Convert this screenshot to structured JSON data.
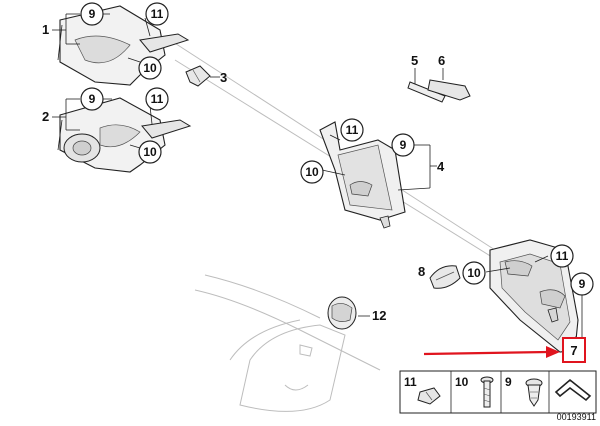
{
  "part_labels": {
    "p1": "1",
    "p2": "2",
    "p3": "3",
    "p4": "4",
    "p5": "5",
    "p6": "6",
    "p7": "7",
    "p8": "8",
    "p12": "12"
  },
  "callouts": {
    "c9a": "9",
    "c11a": "11",
    "c10a": "10",
    "c9b": "9",
    "c11b": "11",
    "c10b": "10",
    "c11c": "11",
    "c9c": "9",
    "c10c": "10",
    "c11d": "11",
    "c10d": "10",
    "c9d": "9"
  },
  "legend": {
    "item11": "11",
    "item10": "10",
    "item9": "9"
  },
  "diagram_code": "00193911",
  "colors": {
    "highlight": "#e0141e",
    "line": "#222222",
    "faint": "#b5b5b5"
  }
}
